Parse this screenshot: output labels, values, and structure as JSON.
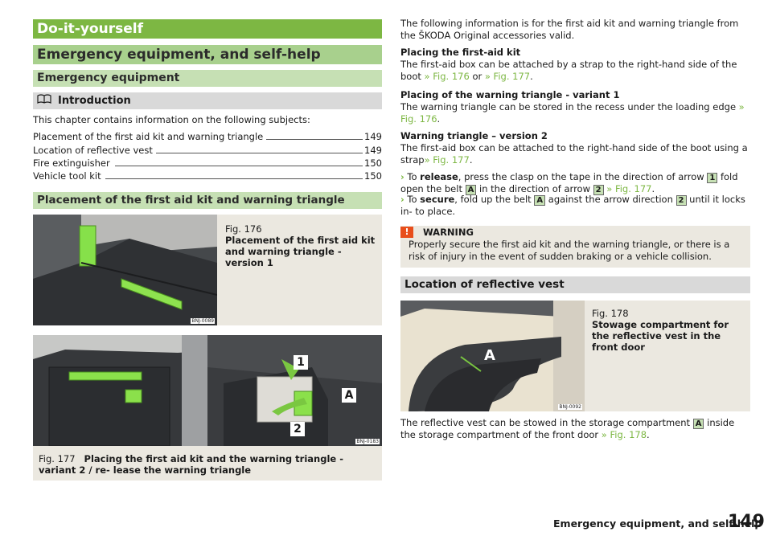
{
  "left": {
    "h1": "Do-it-yourself",
    "h2": "Emergency equipment, and self-help",
    "h3": "Emergency equipment",
    "intro_title": "Introduction",
    "intro_text": "This chapter contains information on the following subjects:",
    "toc": [
      {
        "label": "Placement of the first aid kit and warning triangle",
        "page": "149"
      },
      {
        "label": "Location of reflective vest",
        "page": "149"
      },
      {
        "label": "Fire extinguisher",
        "page": "150"
      },
      {
        "label": "Vehicle tool kit",
        "page": "150"
      }
    ],
    "section1_title": "Placement of the first aid kit and warning triangle",
    "fig176": {
      "number": "Fig. 176",
      "caption": "Placement of the first aid kit and warning triangle - version 1",
      "code": "BNJ-0089"
    },
    "fig177": {
      "number": "Fig. 177",
      "caption": "Placing the first aid kit and the warning triangle - variant 2 / re- lease the warning triangle",
      "code": "BNJ-0183",
      "marker1": "1",
      "marker2": "2",
      "markerA": "A"
    }
  },
  "right": {
    "p1": "The following information is for the first aid kit and warning triangle from the ŠKODA Original accessories valid.",
    "placing_kit_title": "Placing the first-aid kit",
    "placing_kit_text": "The first-aid box can be attached by a strap to the right-hand side of the boot",
    "placing_kit_link1": "» Fig. 176",
    "placing_kit_or": "or",
    "placing_kit_link2": "» Fig. 177",
    "v1_title": "Placing of the warning triangle - variant 1",
    "v1_text": "The warning triangle can be stored in the recess under the loading edge",
    "v1_link": "» Fig. 176",
    "v2_title": "Warning triangle – version 2",
    "v2_text": "The first-aid box can be attached to the right-hand side of the boot using a strap",
    "v2_link": "» Fig. 177",
    "step1": {
      "pre": "To",
      "bold": "release",
      "a": ", press the clasp on the tape in the direction of arrow",
      "k1": "1",
      "b": "fold open the belt",
      "k2": "A",
      "c": "in the direction of arrow",
      "k3": "2",
      "link": "» Fig. 177"
    },
    "step2": {
      "pre": "To",
      "bold": "secure",
      "a": ", fold up the belt",
      "k1": "A",
      "b": "against the arrow direction",
      "k2": "2",
      "c": "until it locks in- to place."
    },
    "warning_title": "WARNING",
    "warning_text": "Properly secure the first aid kit and the warning triangle, or there is a risk of injury in the event of sudden braking or a vehicle collision.",
    "section2_title": "Location of reflective vest",
    "fig178": {
      "number": "Fig. 178",
      "caption": "Stowage compartment for the reflective vest in the front door",
      "code": "BNJ-0092",
      "markerA": "A"
    },
    "vest_text_a": "The reflective vest can be stowed in the storage compartment",
    "vest_key": "A",
    "vest_text_b": "inside the storage compartment of the front door",
    "vest_link": "» Fig. 178"
  },
  "footer": {
    "title": "Emergency equipment, and self-help",
    "page": "149"
  },
  "colors": {
    "green_dark": "#7db743",
    "green_mid": "#a8d08d",
    "green_light": "#c6e0b4",
    "grey_bar": "#d9d9d9",
    "figure_bg": "#ebe8e0",
    "warning_red": "#e84e1b"
  }
}
